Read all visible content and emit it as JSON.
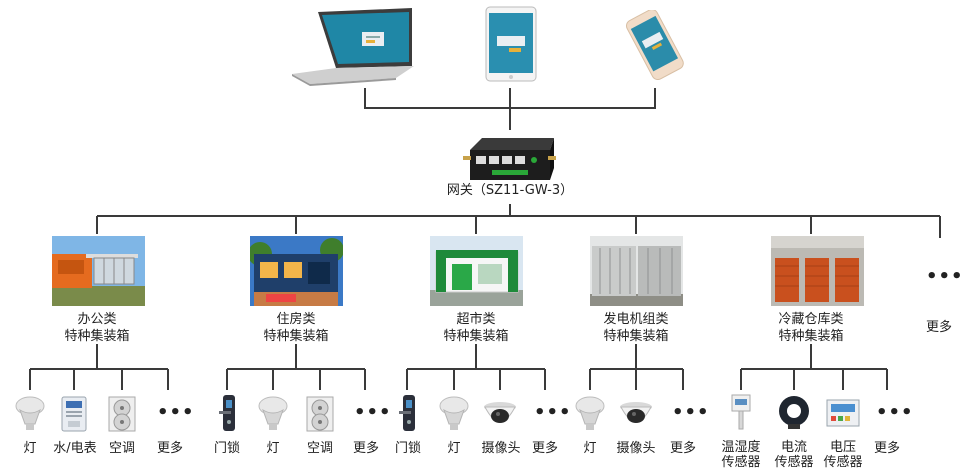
{
  "gateway": {
    "label": "网关（SZ11-GW-3）",
    "brand_color": "#2aa838"
  },
  "more_label": "更多",
  "more_dots": "•••",
  "clients": [
    {
      "icon": "laptop-icon"
    },
    {
      "icon": "tablet-icon"
    },
    {
      "icon": "phone-icon"
    }
  ],
  "categories": [
    {
      "line1": "办公类",
      "line2": "特种集装箱",
      "photo": "office-container-photo",
      "devices": [
        "灯",
        "水/电表",
        "空调",
        "更多"
      ]
    },
    {
      "line1": "住房类",
      "line2": "特种集装箱",
      "photo": "housing-container-photo",
      "devices": [
        "门锁",
        "灯",
        "空调",
        "更多"
      ]
    },
    {
      "line1": "超市类",
      "line2": "特种集装箱",
      "photo": "supermarket-container-photo",
      "devices": [
        "门锁",
        "灯",
        "摄像头",
        "更多"
      ]
    },
    {
      "line1": "发电机组类",
      "line2": "特种集装箱",
      "photo": "generator-container-photo",
      "devices": [
        "灯",
        "摄像头",
        "更多"
      ]
    },
    {
      "line1": "冷藏仓库类",
      "line2": "特种集装箱",
      "photo": "cold-storage-container-photo",
      "devices": [
        "温湿度",
        "传感器",
        "电流",
        "传感器",
        "电压",
        "传感器",
        "更多"
      ]
    }
  ]
}
